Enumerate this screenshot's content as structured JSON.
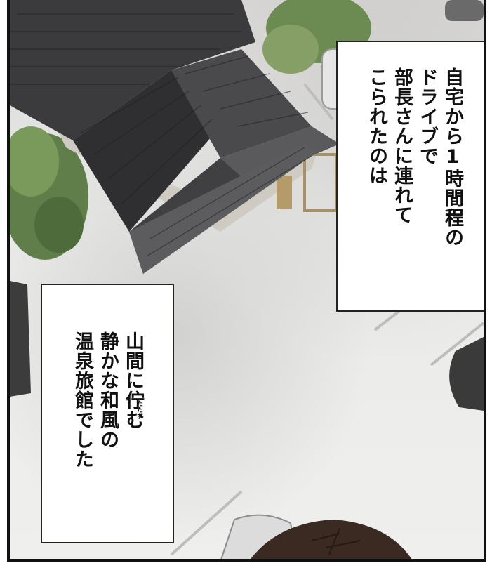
{
  "caption_top": {
    "lines": [
      "自宅から1時間程の",
      "ドライブで",
      "部長さんに連れて",
      "こられたのは"
    ]
  },
  "caption_bottom": {
    "lines": [
      "山間に佇む",
      "静かな和風の",
      "温泉旅館でした"
    ],
    "ruby": "たたず"
  }
}
